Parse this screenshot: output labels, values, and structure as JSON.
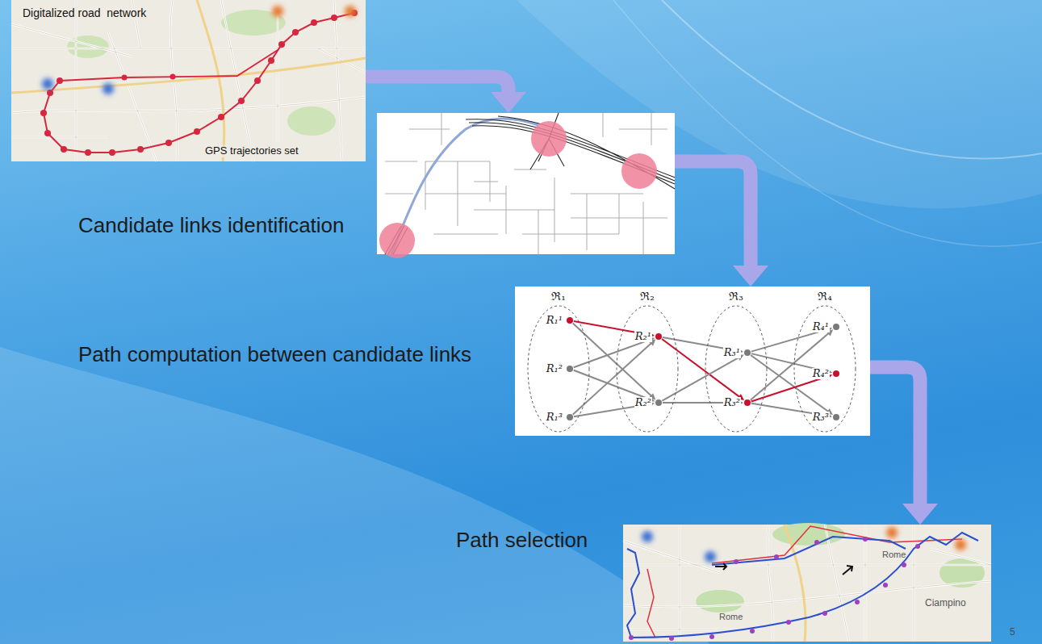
{
  "diagram": {
    "nodes": [
      {
        "text": [
          "Digitalized road  network",
          "GPS trajectories set"
        ]
      },
      {
        "text": [
          "Candidate links identification"
        ]
      },
      {
        "text": [
          "Path computation between candidate links"
        ]
      },
      {
        "text": [
          "ℜ₁"
        ],
        "in": 2
      },
      {
        "text": [
          "R₁¹"
        ],
        "in": 3
      },
      {
        "text": [
          "R₁²"
        ],
        "in": 3
      },
      {
        "text": [
          "R₁³"
        ],
        "in": 3
      },
      {
        "text": [
          "ℜ₂"
        ],
        "in": 2
      },
      {
        "text": [
          "R₂¹"
        ],
        "in": 7
      },
      {
        "text": [
          "R₂²"
        ],
        "in": 7
      },
      {
        "text": [
          "ℜ₃"
        ],
        "in": 2
      },
      {
        "text": [
          "R₃¹"
        ],
        "in": 10
      },
      {
        "text": [
          "R₃²"
        ],
        "in": 10
      },
      {
        "text": [
          "ℜ₄"
        ],
        "in": 2
      },
      {
        "text": [
          "R₄¹"
        ],
        "in": 13
      },
      {
        "text": [
          "R₄²"
        ],
        "in": 13
      },
      {
        "text": [
          "R₃³"
        ],
        "in": 13
      },
      {
        "text": [
          "Path selection"
        ]
      }
    ],
    "edges": [
      {
        "from": 0,
        "to": 1,
        "arrow": "to"
      },
      {
        "from": 1,
        "to": 2,
        "arrow": "to"
      },
      {
        "from": 2,
        "to": 17,
        "arrow": "to"
      },
      {
        "from": 4,
        "to": 8,
        "arrow": "to"
      },
      {
        "from": 4,
        "to": 9,
        "arrow": "to"
      },
      {
        "from": 5,
        "to": 8,
        "arrow": "to"
      },
      {
        "from": 5,
        "to": 9,
        "arrow": "to"
      },
      {
        "from": 6,
        "to": 8,
        "arrow": "to"
      },
      {
        "from": 6,
        "to": 9,
        "arrow": "to"
      },
      {
        "from": 8,
        "to": 11,
        "arrow": "to"
      },
      {
        "from": 8,
        "to": 12,
        "arrow": "to"
      },
      {
        "from": 9,
        "to": 11,
        "arrow": "to"
      },
      {
        "from": 9,
        "to": 12,
        "arrow": "to"
      },
      {
        "from": 11,
        "to": 14,
        "arrow": "to"
      },
      {
        "from": 11,
        "to": 15,
        "arrow": "to"
      },
      {
        "from": 11,
        "to": 16,
        "arrow": "to"
      },
      {
        "from": 12,
        "to": 14,
        "arrow": "to"
      },
      {
        "from": 12,
        "to": 15,
        "arrow": "to"
      },
      {
        "from": 12,
        "to": 16,
        "arrow": "to"
      }
    ],
    "labels": [
      "Rome",
      "Rome",
      "Ciampino",
      "5"
    ]
  }
}
